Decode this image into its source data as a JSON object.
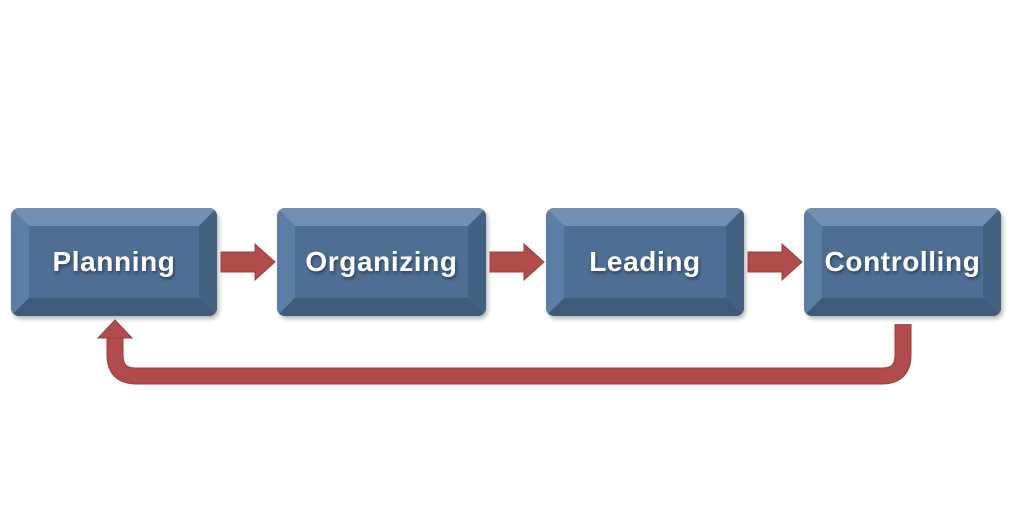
{
  "diagram": {
    "steps": [
      {
        "label": "Planning"
      },
      {
        "label": "Organizing"
      },
      {
        "label": "Leading"
      },
      {
        "label": "Controlling"
      }
    ],
    "colors": {
      "box_fill": "#4e6e94",
      "arrow_fill": "#b04c4b",
      "label_text": "#ffffff"
    }
  }
}
